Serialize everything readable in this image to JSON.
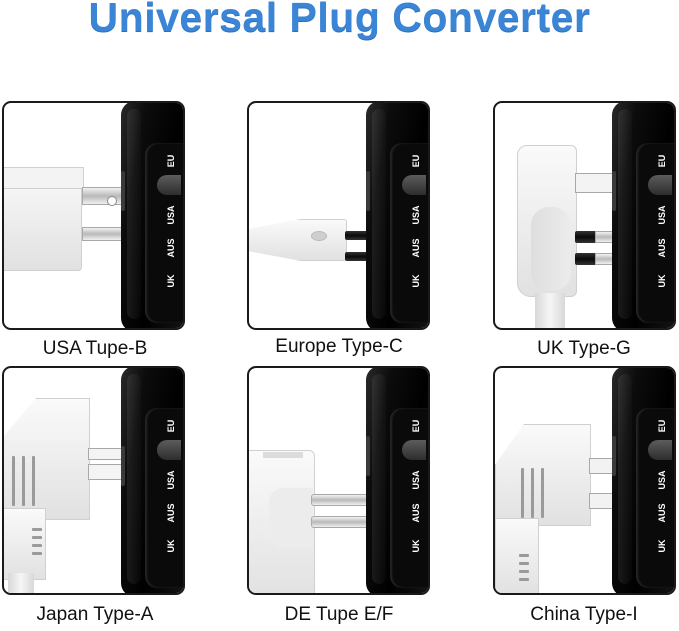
{
  "header": {
    "title": "Universal Plug Converter",
    "title_color": "#3a85d6"
  },
  "adapter_labels": [
    "EU",
    "USA",
    "AUS",
    "UK"
  ],
  "panels": [
    {
      "caption": "USA Tupe-B",
      "plug_type": "type-b"
    },
    {
      "caption": "Europe Type-C",
      "plug_type": "type-c"
    },
    {
      "caption": "UK Type-G",
      "plug_type": "type-g"
    },
    {
      "caption": "Japan Type-A",
      "plug_type": "type-a"
    },
    {
      "caption": "DE Tupe E/F",
      "plug_type": "type-ef"
    },
    {
      "caption": "China Type-I",
      "plug_type": "type-i"
    }
  ]
}
